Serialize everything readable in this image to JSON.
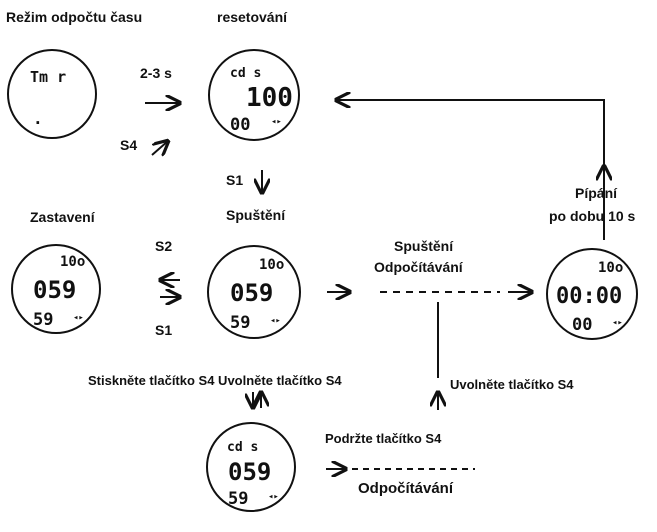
{
  "colors": {
    "ink": "#111111",
    "background": "#ffffff"
  },
  "labels": {
    "mode_title": "Režim odpočtu času",
    "reset_title": "resetování",
    "hold_time": "2-3 s",
    "s4": "S4",
    "s1": "S1",
    "s2": "S2",
    "stop_title": "Zastavení",
    "start_title": "Spuštění",
    "countdown_start_line1": "Spuštění",
    "countdown_start_line2": "Odpočítávání",
    "beep_line1": "Pípání",
    "beep_line2": "po dobu 10 s",
    "press_release_s4": "Stiskněte tlačítko S4 Uvolněte tlačítko S4",
    "release_s4": "Uvolněte tlačítko S4",
    "hold_s4": "Podržte tlačítko S4",
    "counting": "Odpočítávání"
  },
  "watches": {
    "mode": {
      "top": "Tm r",
      "dot": "."
    },
    "reset": {
      "mode": "cd s",
      "top": "100",
      "bottom": "00"
    },
    "stop": {
      "top": "10o",
      "main": "059",
      "bottom": "59"
    },
    "running": {
      "top": "10o",
      "main": "059",
      "bottom": "59"
    },
    "zero": {
      "top": "10o",
      "main": "00:00",
      "bottom": "00"
    },
    "hold": {
      "mode": "cd s",
      "main": "059",
      "bottom": "59"
    }
  }
}
